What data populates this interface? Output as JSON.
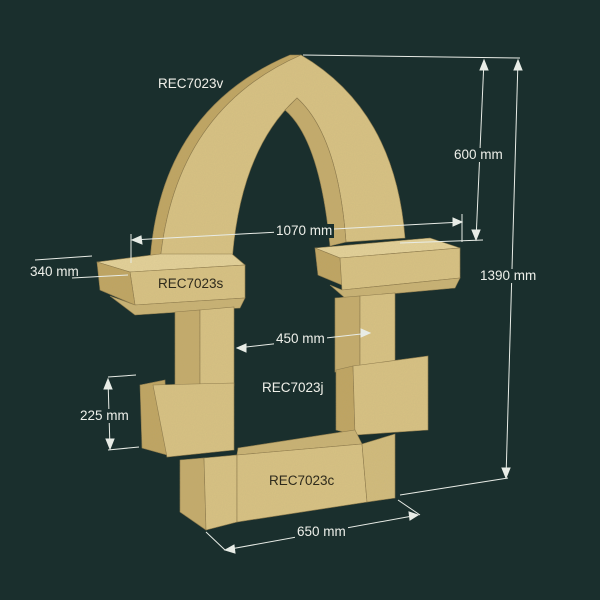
{
  "colors": {
    "background": "#1a2f2d",
    "stone_front": "#d8c283",
    "stone_side": "#bfa460",
    "stone_top": "#e4d29a",
    "dimension_line": "#e8ece6"
  },
  "parts": {
    "arch": "REC7023v",
    "capital": "REC7023s",
    "jamb": "REC7023j",
    "sill": "REC7023c"
  },
  "dimensions": {
    "arch_height": "600 mm",
    "total_height": "1390 mm",
    "capital_span": "1070 mm",
    "capital_depth": "340 mm",
    "opening_width": "450 mm",
    "block_height": "225 mm",
    "base_width": "650 mm"
  }
}
